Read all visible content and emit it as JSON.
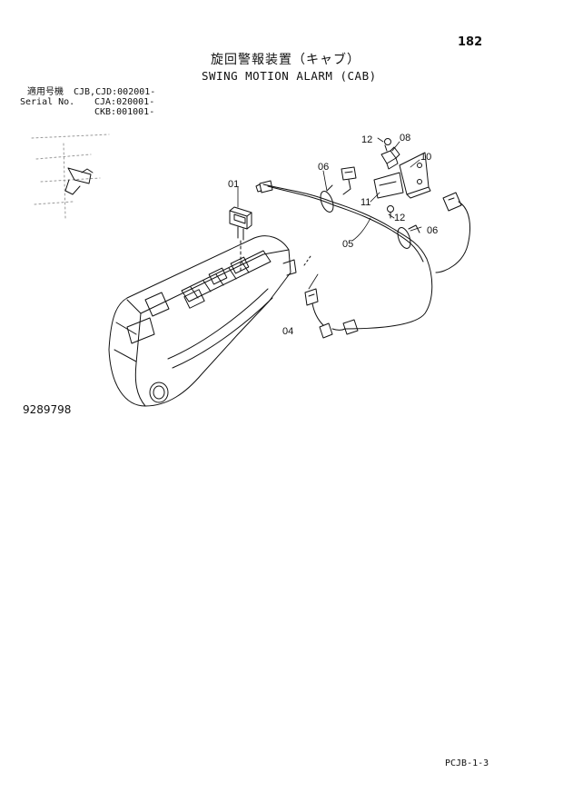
{
  "page_number": "182",
  "title_jp": "旋回警報装置（キャブ）",
  "title_en": "SWING MOTION ALARM (CAB)",
  "serial": {
    "label_jp": "適用号機",
    "label_en": "Serial No.",
    "codes": [
      "CJB,CJD:002001-",
      "CJA:020001-",
      "CKB:001001-"
    ]
  },
  "callouts": {
    "p01": "01",
    "p04": "04",
    "p05": "05",
    "p06a": "06",
    "p06b": "06",
    "p08": "08",
    "p10": "10",
    "p11": "11",
    "p12a": "12",
    "p12b": "12"
  },
  "drawing_number": "9289798",
  "footer_code": "PCJB-1-3"
}
